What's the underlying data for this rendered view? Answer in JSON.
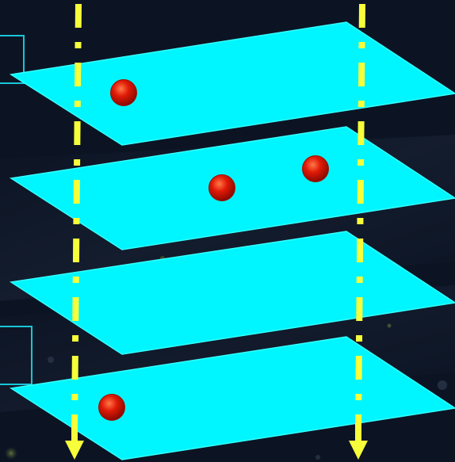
{
  "scene": {
    "background": "#0c1424",
    "plane_fill": "#00f6ff",
    "plane_edge": "#33ffff",
    "ball_color": "#e01a06",
    "ball_highlight": "#ff7a4a",
    "axis_color": "#f7ff3a",
    "outline_color": "#17c6d8",
    "layer_count": 4,
    "balls_per_layer": [
      1,
      2,
      0,
      1
    ],
    "axis_count": 2,
    "axis_direction": "down",
    "axis_line_style": "dash-dot"
  }
}
